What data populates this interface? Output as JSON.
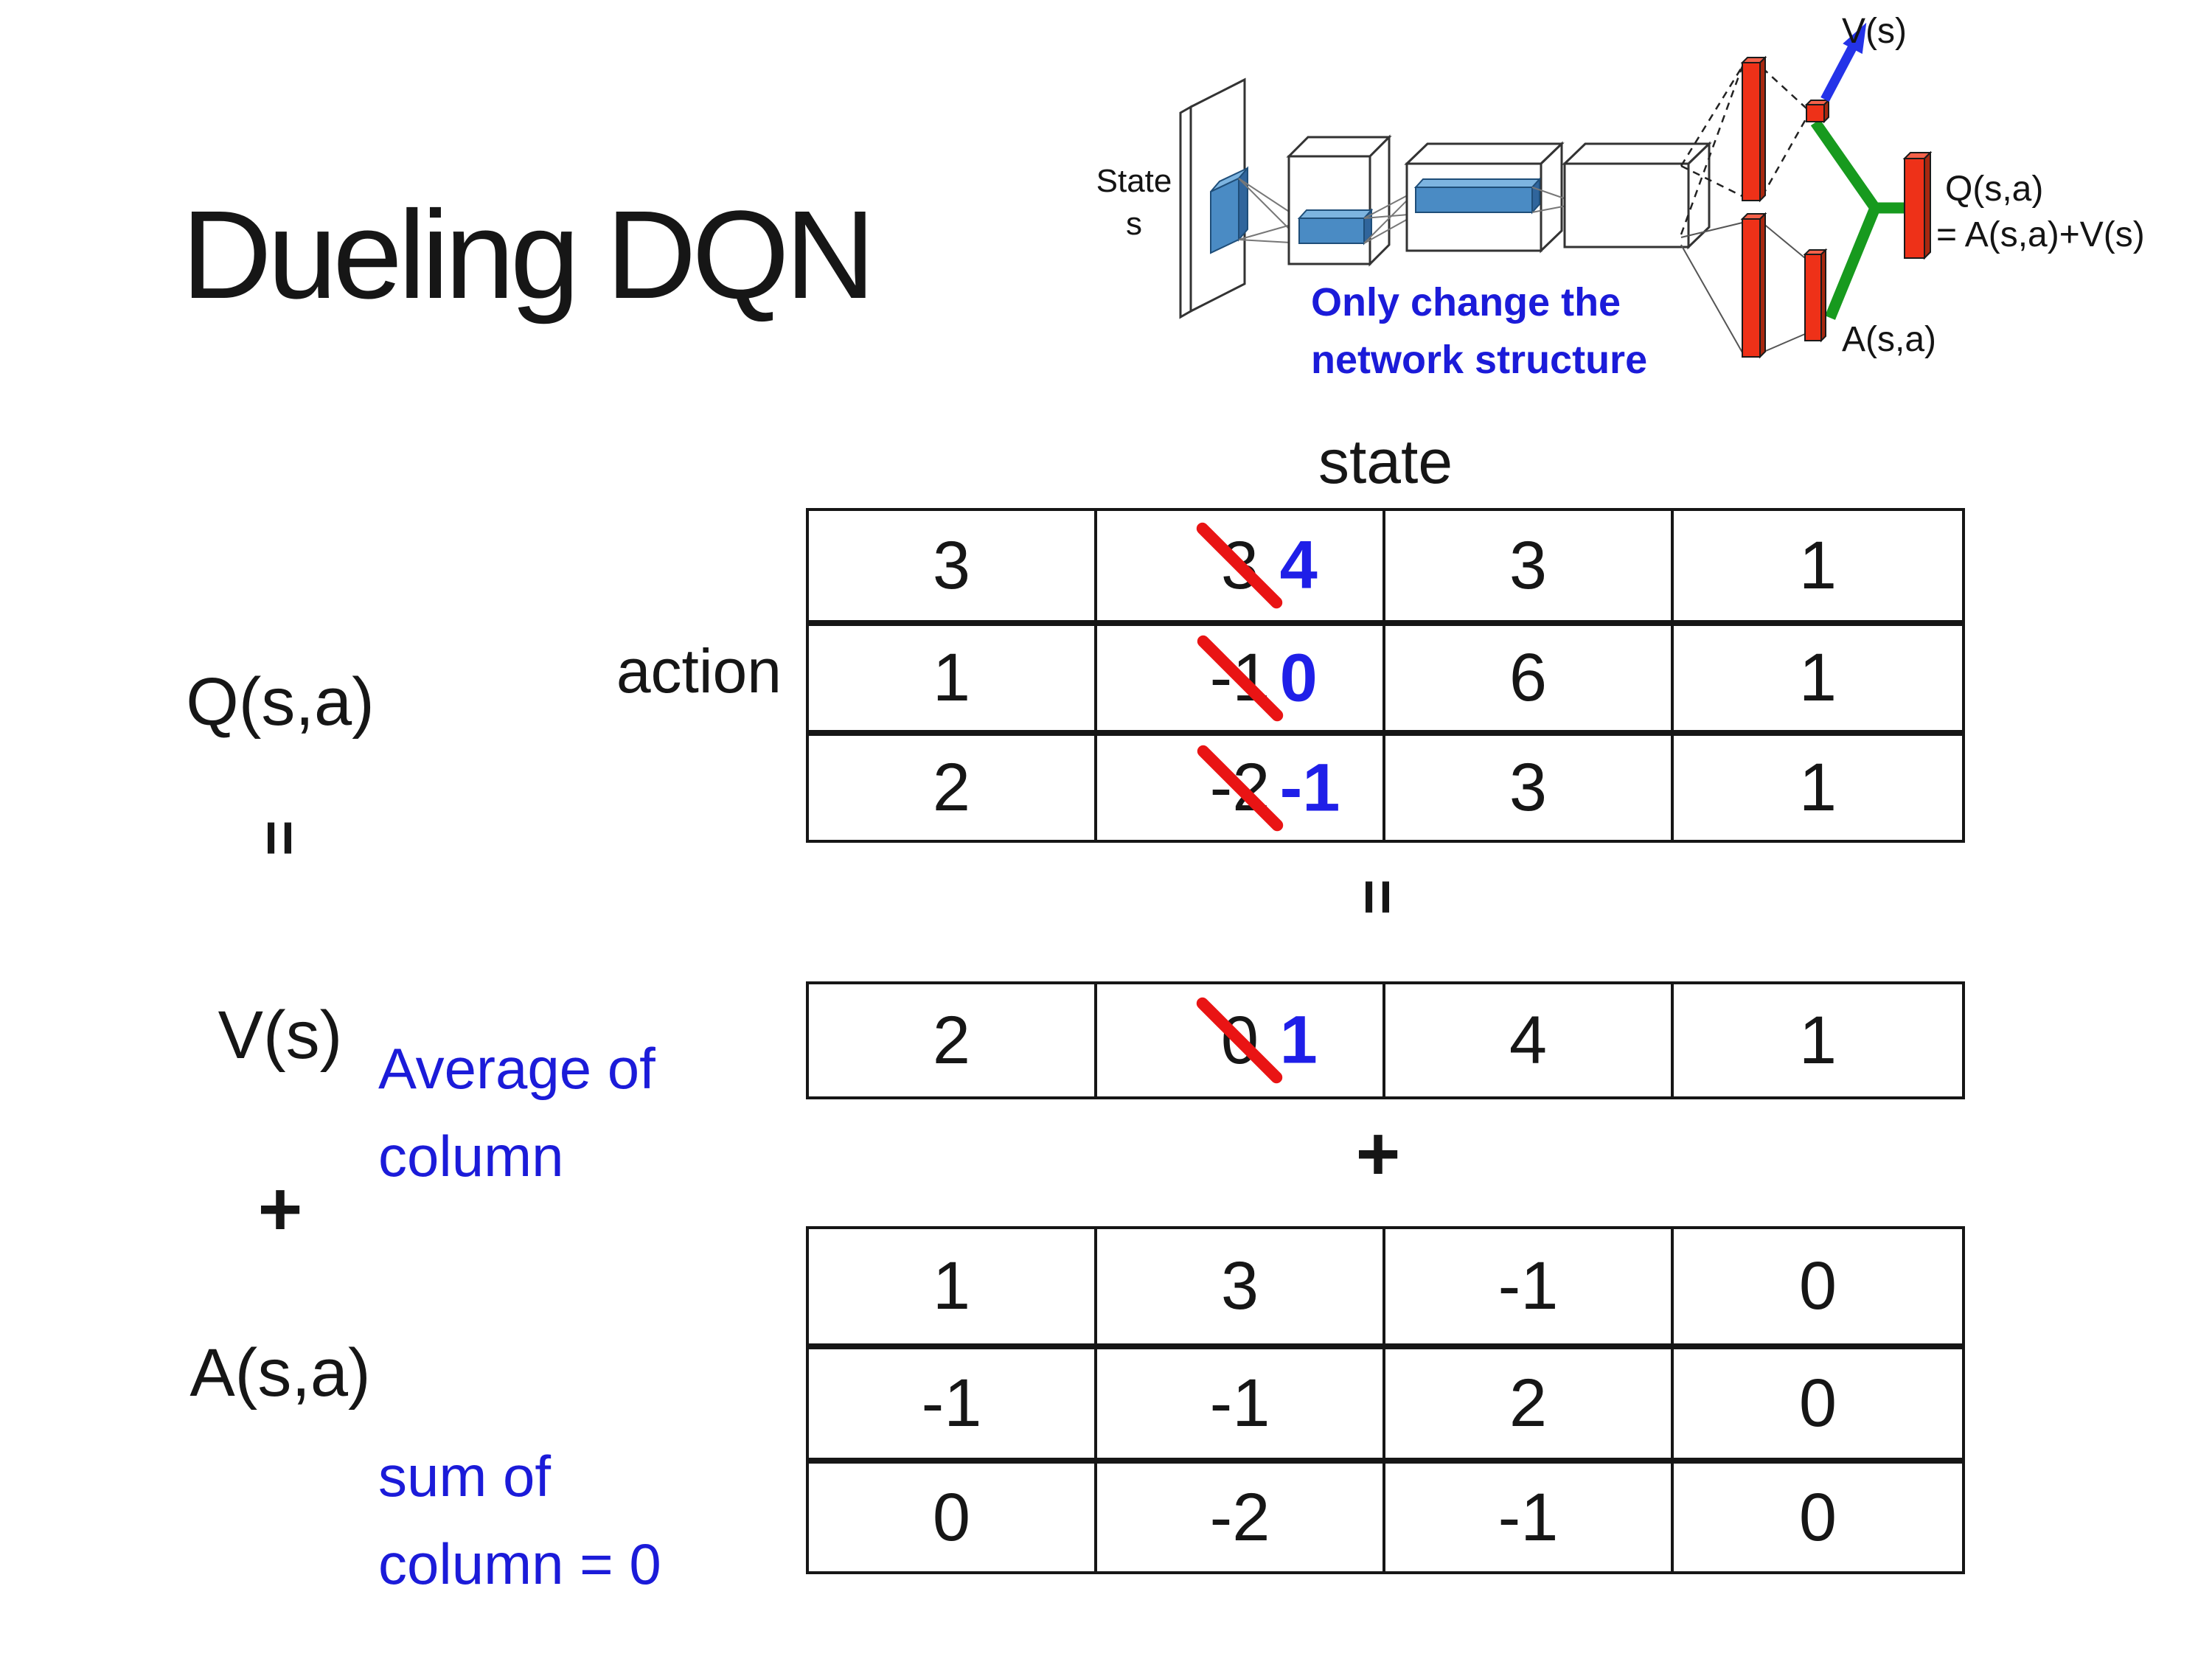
{
  "slide": {
    "title": "Dueling DQN"
  },
  "network_diagram": {
    "input_label": [
      "State",
      "s"
    ],
    "note": [
      "Only change the",
      "network structure"
    ],
    "v_out_label": "V(s)",
    "q_out_label_line1": "Q(s,a)",
    "q_out_label_line2": "= A(s,a)+V(s)",
    "a_out_label": "A(s,a)"
  },
  "decomposition": {
    "q_label": "Q(s,a)",
    "equals_symbol": "=",
    "v_label": "V(s)",
    "plus_symbol": "+",
    "a_label": "A(s,a)",
    "v_note": [
      "Average of",
      "column"
    ],
    "a_note": [
      "sum of",
      "column = 0"
    ],
    "state_axis_label": "state",
    "action_axis_label": "action"
  },
  "q_table": {
    "rows": [
      [
        {
          "value": "3"
        },
        {
          "value": "3",
          "replaced_by": "4"
        },
        {
          "value": "3"
        },
        {
          "value": "1"
        }
      ],
      [
        {
          "value": "1"
        },
        {
          "value": "-1",
          "replaced_by": "0"
        },
        {
          "value": "6"
        },
        {
          "value": "1"
        }
      ],
      [
        {
          "value": "2"
        },
        {
          "value": "-2",
          "replaced_by": "-1"
        },
        {
          "value": "3"
        },
        {
          "value": "1"
        }
      ]
    ]
  },
  "v_table": {
    "rows": [
      [
        {
          "value": "2"
        },
        {
          "value": "0",
          "replaced_by": "1"
        },
        {
          "value": "4"
        },
        {
          "value": "1"
        }
      ]
    ]
  },
  "a_table": {
    "rows": [
      [
        {
          "value": "1"
        },
        {
          "value": "3"
        },
        {
          "value": "-1"
        },
        {
          "value": "0"
        }
      ],
      [
        {
          "value": "-1"
        },
        {
          "value": "-1"
        },
        {
          "value": "2"
        },
        {
          "value": "0"
        }
      ],
      [
        {
          "value": "0"
        },
        {
          "value": "-2"
        },
        {
          "value": "-1"
        },
        {
          "value": "0"
        }
      ]
    ]
  },
  "colors": {
    "accent_blue": "#1b1bd9",
    "replacement_blue": "#1f1fe8",
    "strike_red": "#e91414",
    "bar_red": "#ee3118",
    "merge_green": "#179a1e",
    "conv_slab_blue": "#4a8bc4"
  }
}
